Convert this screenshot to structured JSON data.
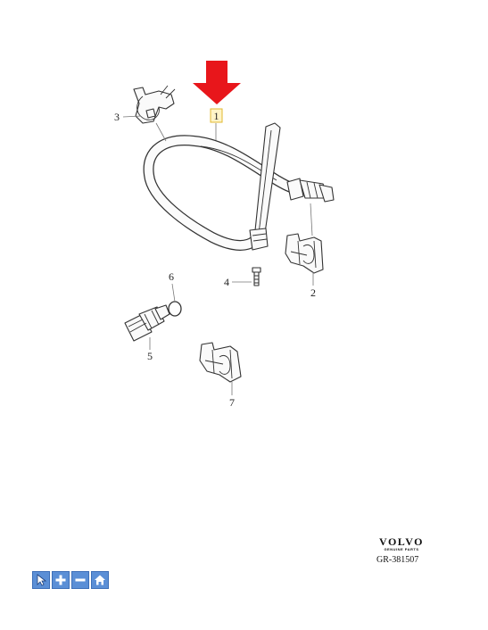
{
  "diagram": {
    "callouts": {
      "c1": "1",
      "c2": "2",
      "c3": "3",
      "c4": "4",
      "c5": "5",
      "c6": "6",
      "c7": "7"
    },
    "highlight_color": "#e8161b"
  },
  "brand": {
    "name": "VOLVO",
    "subtitle": "GENUINE PARTS",
    "drawing_number": "GR-381507"
  },
  "toolbar": {
    "icons": [
      "pointer-icon",
      "zoom-in-icon",
      "zoom-out-icon",
      "home-icon"
    ],
    "color": "#5b8fd6"
  }
}
